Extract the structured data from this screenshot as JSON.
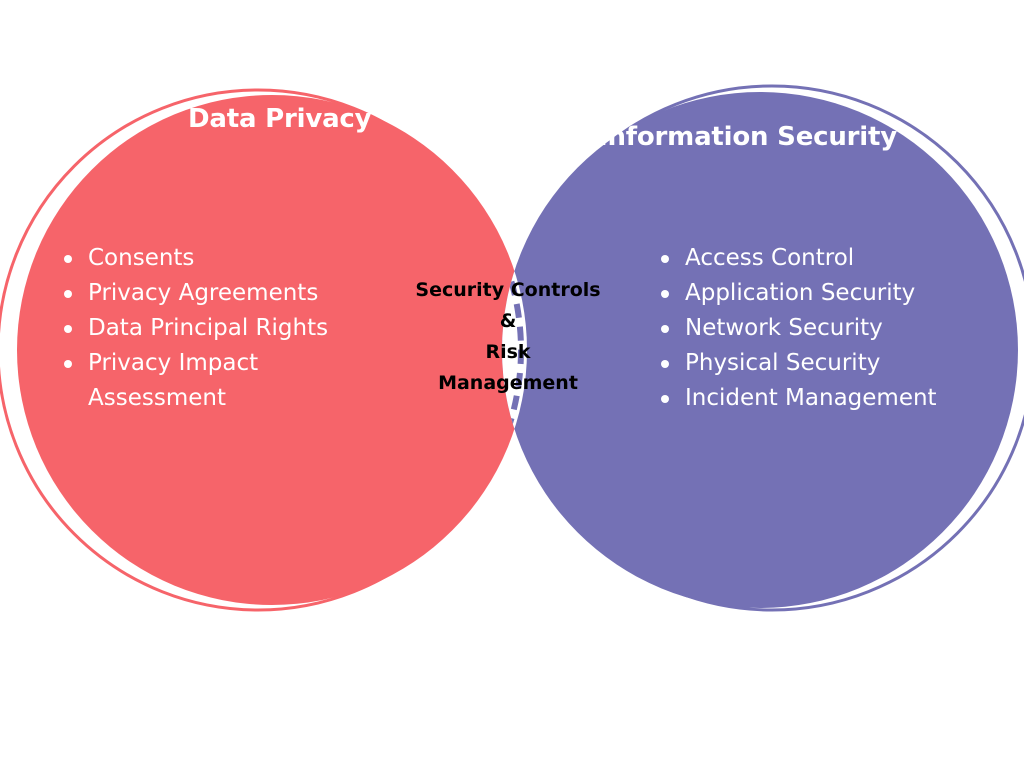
{
  "colors": {
    "left_circle": "#f6646a",
    "right_circle": "#7471b5",
    "background": "#ffffff",
    "text_light": "#ffffff",
    "text_dark": "#000000"
  },
  "left": {
    "title": "Data Privacy",
    "items": [
      "Consents",
      "Privacy Agreements",
      "Data Principal Rights",
      "Privacy Impact Assessment"
    ]
  },
  "right": {
    "title": "Information Security",
    "items": [
      "Access Control",
      "Application Security",
      "Network Security",
      "Physical Security",
      "Incident Management"
    ]
  },
  "center": {
    "line1": "Security Controls",
    "line2": "&",
    "line3": "Risk",
    "line4": "Management"
  }
}
